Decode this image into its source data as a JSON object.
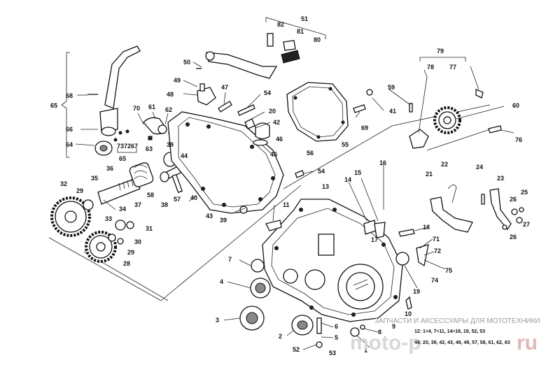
{
  "watermark": {
    "text": "ЗАПЧАСТИ И АКСЕССУАРЫ ДЛЯ МОТОТЕХНИКИ",
    "brand": "moto-p",
    "brand_suffix": "ru"
  },
  "notes": [
    "12: 1÷4, 7÷11, 14÷16, 19, 52, 53",
    "44: 20, 39, 42, 43, 48, 49, 57, 58, 61, 62, 63"
  ],
  "labels": [
    {
      "id": "n51",
      "text": "51"
    },
    {
      "id": "n82",
      "text": "82"
    },
    {
      "id": "n81",
      "text": "81"
    },
    {
      "id": "n80",
      "text": "80"
    },
    {
      "id": "n50",
      "text": "50"
    },
    {
      "id": "n49",
      "text": "49"
    },
    {
      "id": "n48",
      "text": "48"
    },
    {
      "id": "n47",
      "text": "47"
    },
    {
      "id": "n54a",
      "text": "54"
    },
    {
      "id": "n20",
      "text": "20"
    },
    {
      "id": "n42",
      "text": "42"
    },
    {
      "id": "n46",
      "text": "46"
    },
    {
      "id": "n45",
      "text": "45"
    },
    {
      "id": "n56",
      "text": "56"
    },
    {
      "id": "n55",
      "text": "55"
    },
    {
      "id": "n69",
      "text": "69"
    },
    {
      "id": "n41",
      "text": "41"
    },
    {
      "id": "n59",
      "text": "59"
    },
    {
      "id": "n79",
      "text": "79"
    },
    {
      "id": "n78",
      "text": "78"
    },
    {
      "id": "n77",
      "text": "77"
    },
    {
      "id": "n60",
      "text": "60"
    },
    {
      "id": "n76",
      "text": "76"
    },
    {
      "id": "n65a",
      "text": "65"
    },
    {
      "id": "n68",
      "text": "68"
    },
    {
      "id": "n66",
      "text": "66"
    },
    {
      "id": "n64",
      "text": "64"
    },
    {
      "id": "n70",
      "text": "70"
    },
    {
      "id": "n61",
      "text": "61"
    },
    {
      "id": "n62",
      "text": "62"
    },
    {
      "id": "n63",
      "text": "63"
    },
    {
      "id": "n737267",
      "text": "737267"
    },
    {
      "id": "n65b",
      "text": "65"
    },
    {
      "id": "n39a",
      "text": "39"
    },
    {
      "id": "n44",
      "text": "44"
    },
    {
      "id": "n36",
      "text": "36"
    },
    {
      "id": "n35",
      "text": "35"
    },
    {
      "id": "n32",
      "text": "32"
    },
    {
      "id": "n29a",
      "text": "29"
    },
    {
      "id": "n34",
      "text": "34"
    },
    {
      "id": "n37",
      "text": "37"
    },
    {
      "id": "n58",
      "text": "58"
    },
    {
      "id": "n38",
      "text": "38"
    },
    {
      "id": "n57",
      "text": "57"
    },
    {
      "id": "n40",
      "text": "40"
    },
    {
      "id": "n54b",
      "text": "54"
    },
    {
      "id": "n43",
      "text": "43"
    },
    {
      "id": "n39b",
      "text": "39"
    },
    {
      "id": "n33",
      "text": "33"
    },
    {
      "id": "n31",
      "text": "31"
    },
    {
      "id": "n30",
      "text": "30"
    },
    {
      "id": "n29b",
      "text": "29"
    },
    {
      "id": "n28",
      "text": "28"
    },
    {
      "id": "n13",
      "text": "13"
    },
    {
      "id": "n11",
      "text": "11"
    },
    {
      "id": "n14",
      "text": "14"
    },
    {
      "id": "n15",
      "text": "15"
    },
    {
      "id": "n16",
      "text": "16"
    },
    {
      "id": "n21",
      "text": "21"
    },
    {
      "id": "n22",
      "text": "22"
    },
    {
      "id": "n24",
      "text": "24"
    },
    {
      "id": "n23",
      "text": "23"
    },
    {
      "id": "n25",
      "text": "25"
    },
    {
      "id": "n26a",
      "text": "26"
    },
    {
      "id": "n27",
      "text": "27"
    },
    {
      "id": "n26b",
      "text": "26"
    },
    {
      "id": "n18",
      "text": "18"
    },
    {
      "id": "n17",
      "text": "17"
    },
    {
      "id": "n71",
      "text": "71"
    },
    {
      "id": "n72",
      "text": "72"
    },
    {
      "id": "n75",
      "text": "75"
    },
    {
      "id": "n74",
      "text": "74"
    },
    {
      "id": "n19",
      "text": "19"
    },
    {
      "id": "n10",
      "text": "10"
    },
    {
      "id": "n7",
      "text": "7"
    },
    {
      "id": "n4",
      "text": "4"
    },
    {
      "id": "n3",
      "text": "3"
    },
    {
      "id": "n2",
      "text": "2"
    },
    {
      "id": "n6",
      "text": "6"
    },
    {
      "id": "n5",
      "text": "5"
    },
    {
      "id": "n52",
      "text": "52"
    },
    {
      "id": "n53",
      "text": "53"
    },
    {
      "id": "n8",
      "text": "8"
    },
    {
      "id": "n9",
      "text": "9"
    },
    {
      "id": "n1",
      "text": "1"
    }
  ]
}
